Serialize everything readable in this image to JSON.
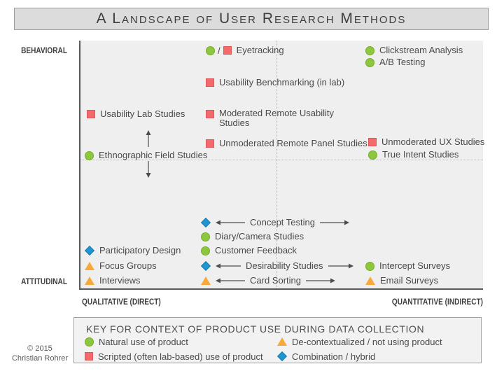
{
  "title": "A Landscape of User Research Methods",
  "axes": {
    "top": "BEHAVIORAL",
    "bottom": "ATTITUDINAL",
    "left": "QUALITATIVE (DIRECT)",
    "right": "QUANTITATIVE (INDIRECT)"
  },
  "colors": {
    "natural_green": "#8dc63f",
    "scripted_red": "#f4696c",
    "decontextualized_orange": "#f7a93c",
    "hybrid_blue": "#1e96ce",
    "plot_background": "#efefef",
    "axis_line": "#58595b"
  },
  "methods": [
    {
      "label": "Eyetracking",
      "markers": [
        "natural",
        "scripted"
      ],
      "separator": "/"
    },
    {
      "label": "Clickstream Analysis",
      "markers": [
        "natural"
      ]
    },
    {
      "label": "A/B Testing",
      "markers": [
        "natural"
      ]
    },
    {
      "label": "Usability Benchmarking (in lab)",
      "markers": [
        "scripted"
      ]
    },
    {
      "label": "Usability Lab Studies",
      "markers": [
        "scripted"
      ]
    },
    {
      "label": "Moderated Remote Usability Studies",
      "markers": [
        "scripted"
      ]
    },
    {
      "label": "Unmoderated Remote Panel Studies",
      "markers": [
        "scripted"
      ]
    },
    {
      "label": "Unmoderated UX Studies",
      "markers": [
        "scripted"
      ]
    },
    {
      "label": "True Intent Studies",
      "markers": [
        "natural"
      ]
    },
    {
      "label": "Ethnographic Field Studies",
      "markers": [
        "natural"
      ]
    },
    {
      "label": "Concept Testing",
      "markers": [
        "hybrid"
      ],
      "spans_axis": true
    },
    {
      "label": "Diary/Camera Studies",
      "markers": [
        "natural"
      ]
    },
    {
      "label": "Customer Feedback",
      "markers": [
        "natural"
      ]
    },
    {
      "label": "Desirability Studies",
      "markers": [
        "hybrid"
      ],
      "spans_axis": true
    },
    {
      "label": "Card Sorting",
      "markers": [
        "decontextualized"
      ],
      "spans_axis": true
    },
    {
      "label": "Participatory Design",
      "markers": [
        "hybrid"
      ]
    },
    {
      "label": "Focus Groups",
      "markers": [
        "decontextualized"
      ]
    },
    {
      "label": "Interviews",
      "markers": [
        "decontextualized"
      ]
    },
    {
      "label": "Intercept Surveys",
      "markers": [
        "natural"
      ]
    },
    {
      "label": "Email Surveys",
      "markers": [
        "decontextualized"
      ]
    }
  ],
  "key": {
    "title": "KEY FOR CONTEXT OF PRODUCT USE DURING DATA COLLECTION",
    "items": [
      {
        "marker": "natural",
        "label": "Natural use of product"
      },
      {
        "marker": "scripted",
        "label": "Scripted (often lab-based) use of product"
      },
      {
        "marker": "decontextualized",
        "label": "De-contextualized / not using product"
      },
      {
        "marker": "hybrid",
        "label": "Combination / hybrid"
      }
    ]
  },
  "copyright": {
    "line1": "© 2015",
    "line2": "Christian Rohrer"
  }
}
